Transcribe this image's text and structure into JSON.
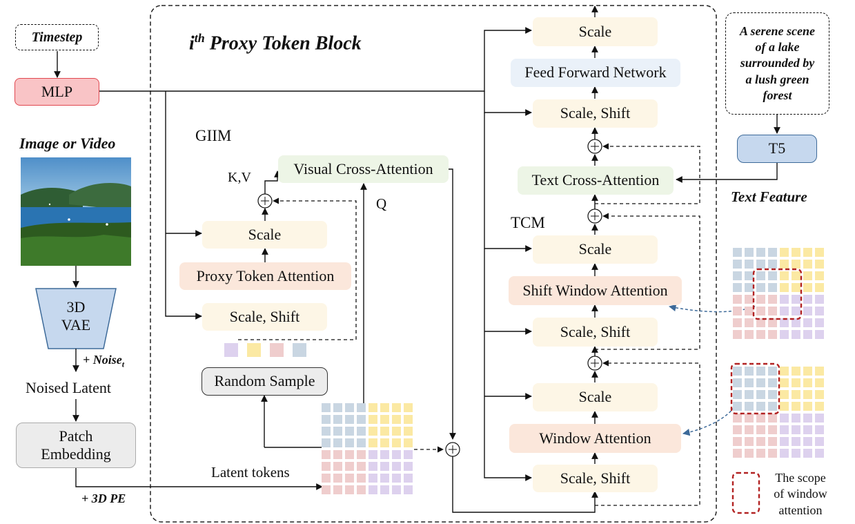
{
  "inputs": {
    "timestep": "Timestep",
    "mlp": "MLP",
    "image_or_video": "Image or Video",
    "vae": "3D\nVAE",
    "noise": "+ Noise",
    "noise_sub": "t",
    "noised_latent": "Noised Latent",
    "patch_embedding": "Patch\nEmbedding",
    "pe": "+ 3D PE"
  },
  "block": {
    "title_i": "i",
    "title_sup": "th",
    "title_rest": " Proxy Token Block"
  },
  "giim": {
    "label": "GIIM",
    "kv": "K,V",
    "q": "Q",
    "visual_cross_attention": "Visual Cross-Attention",
    "scale": "Scale",
    "proxy_token_attention": "Proxy Token Attention",
    "scale_shift": "Scale, Shift",
    "random_sample": "Random Sample",
    "latent_tokens": "Latent tokens"
  },
  "top_stack": {
    "scale": "Scale",
    "ffn": "Feed Forward Network",
    "scale_shift": "Scale, Shift",
    "text_cross_attention": "Text Cross-Attention"
  },
  "tcm": {
    "label": "TCM",
    "scale_1": "Scale",
    "shift_window_attention": "Shift Window Attention",
    "scale_shift_1": "Scale, Shift",
    "scale_2": "Scale",
    "window_attention": "Window Attention",
    "scale_shift_2": "Scale, Shift"
  },
  "text": {
    "prompt": "A serene scene\nof a lake\nsurrounded by\na lush green\nforest",
    "t5": "T5",
    "text_feature": "Text Feature"
  },
  "legend": {
    "scope": "The scope\nof window\nattention"
  },
  "colors": {
    "mlp_fill": "#f9c4c6",
    "mlp_border": "#e0474f",
    "vae_fill": "#c6d8ee",
    "t5_fill": "#c6d8ee",
    "token_blue": "#c9d6e2",
    "token_yellow": "#fbe9a3",
    "token_red": "#efcdcd",
    "token_purple": "#ddd1ee",
    "scope_border": "#b22222",
    "dashed_arrow": "#3d6a99"
  }
}
